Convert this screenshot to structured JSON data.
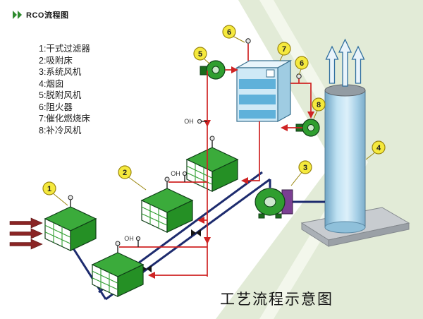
{
  "header": {
    "title": "RCO流程图"
  },
  "legend": {
    "items": [
      "1:干式过滤器",
      "2:吸附床",
      "3:系统风机",
      "4:烟囱",
      "5:脱附风机",
      "6:阻火器",
      "7:催化燃烧床",
      "8:补冷风机"
    ]
  },
  "caption": "工艺流程示意图",
  "callouts": {
    "c1": "1",
    "c2": "2",
    "c3": "3",
    "c4": "4",
    "c5": "5",
    "c6a": "6",
    "c6b": "6",
    "c7": "7",
    "c8": "8"
  },
  "valves": {
    "upper": "OH",
    "middle": "OH",
    "lower": "OH"
  },
  "colors": {
    "background_chevron": "#e2ebd7",
    "equipment_green": "#2f9e2f",
    "pipe_red": "#cf2323",
    "pipe_navy": "#1d2b6e",
    "callout_yellow": "#f5e93d",
    "chimney_blue": "#a9d4ea",
    "accent_green": "#2e8b2e"
  }
}
